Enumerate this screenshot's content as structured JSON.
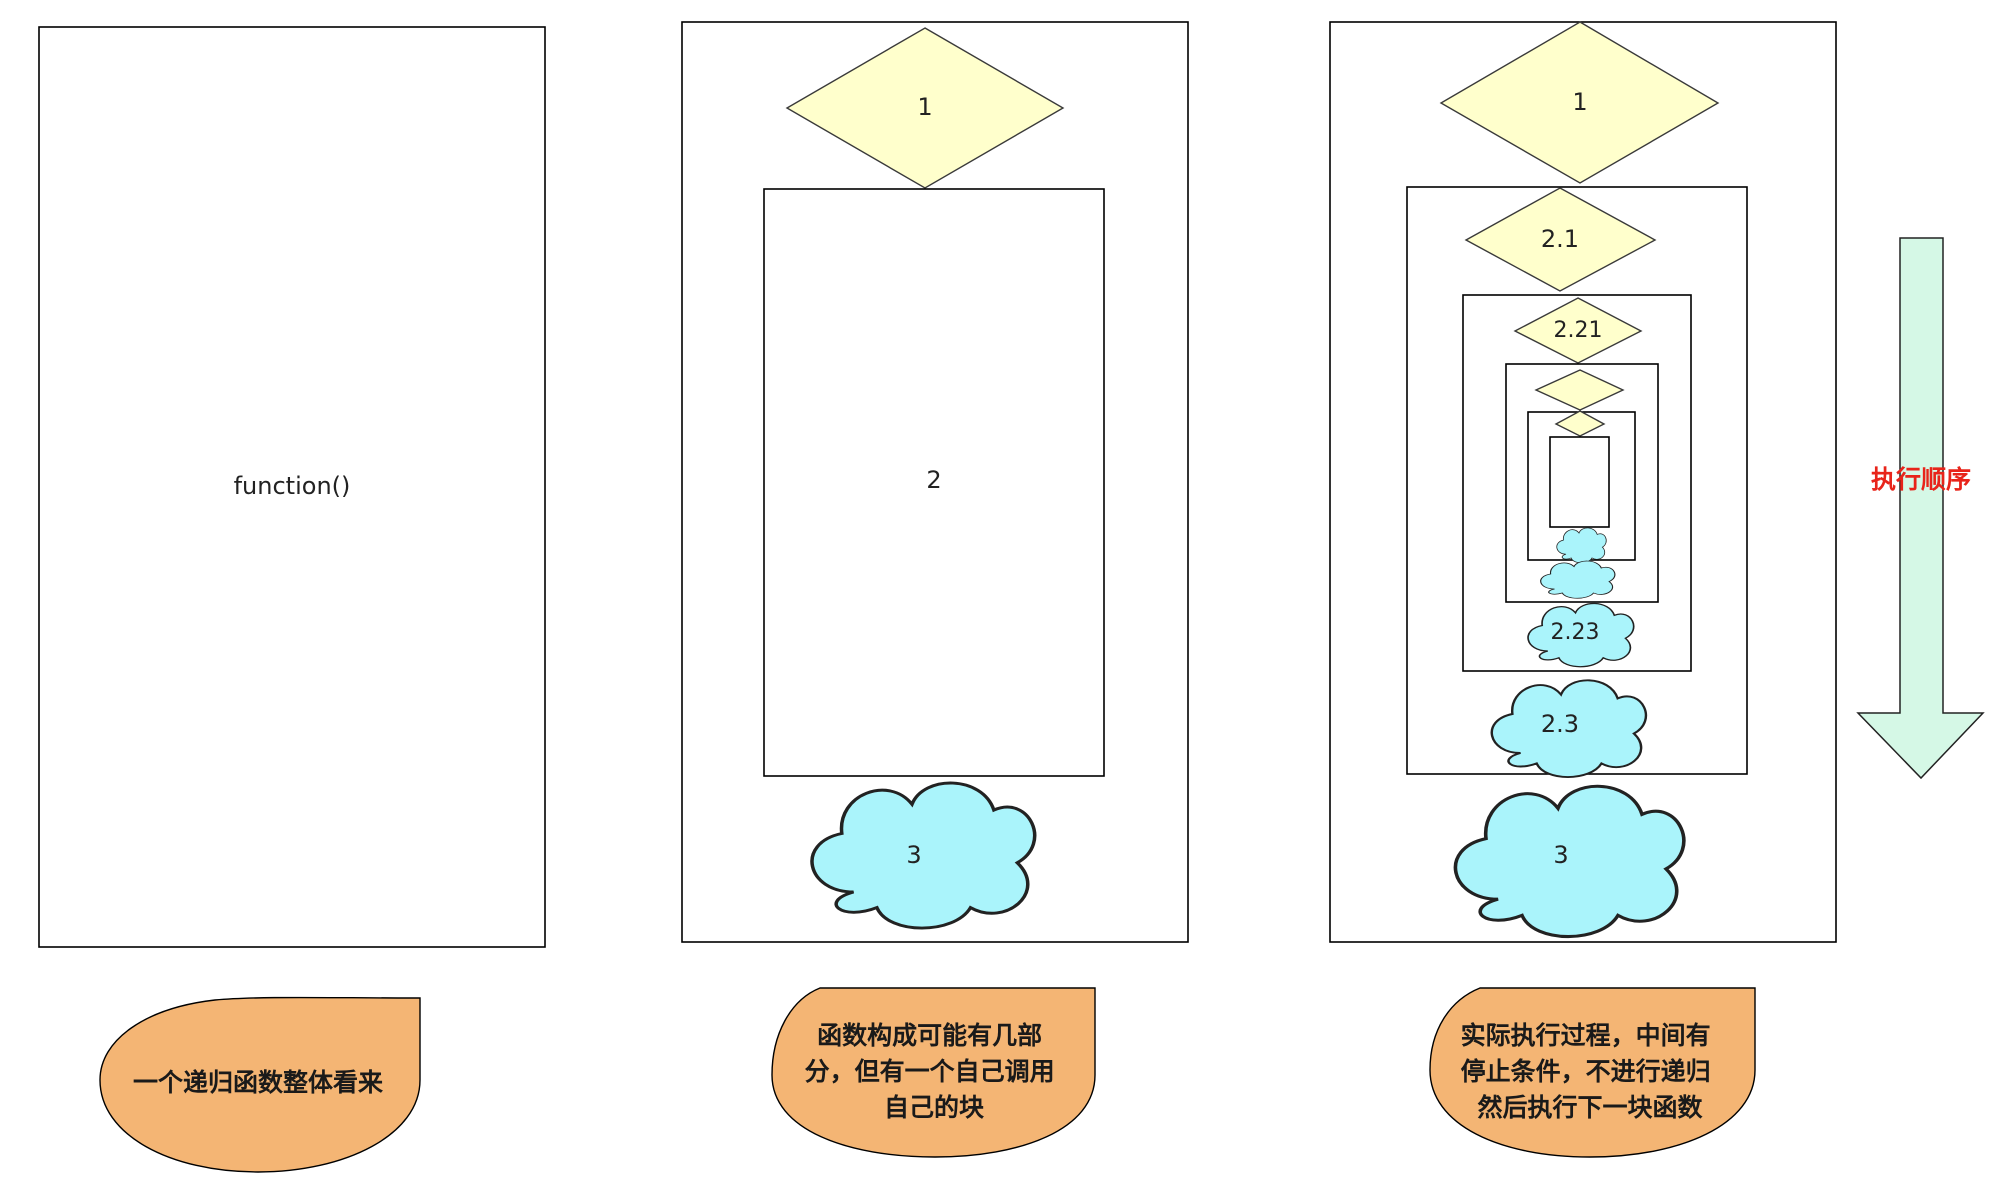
{
  "panel1": {
    "label": "function()",
    "note": [
      "一个递归函数整体看来"
    ]
  },
  "panel2": {
    "diamond": "1",
    "box": "2",
    "cloud": "3",
    "note": [
      "函数构成可能有几部",
      "分，但有一个自己调用",
      "自己的块"
    ]
  },
  "panel3": {
    "diamond": "1",
    "d21": "2.1",
    "d221": "2.21",
    "c223": "2.23",
    "c23": "2.3",
    "cloud": "3",
    "note": [
      "实际执行过程，中间有",
      "停止条件，不进行递归",
      "然后执行下一块函数"
    ]
  },
  "arrow": {
    "label": "执行顺序"
  },
  "colors": {
    "diamond_fill": "#ffffcc",
    "cloud_fill": "#aaf4fb",
    "note_fill": "#f4b574",
    "arrow_fill": "#d5f8e6",
    "arrow_label": "#e8241a"
  }
}
